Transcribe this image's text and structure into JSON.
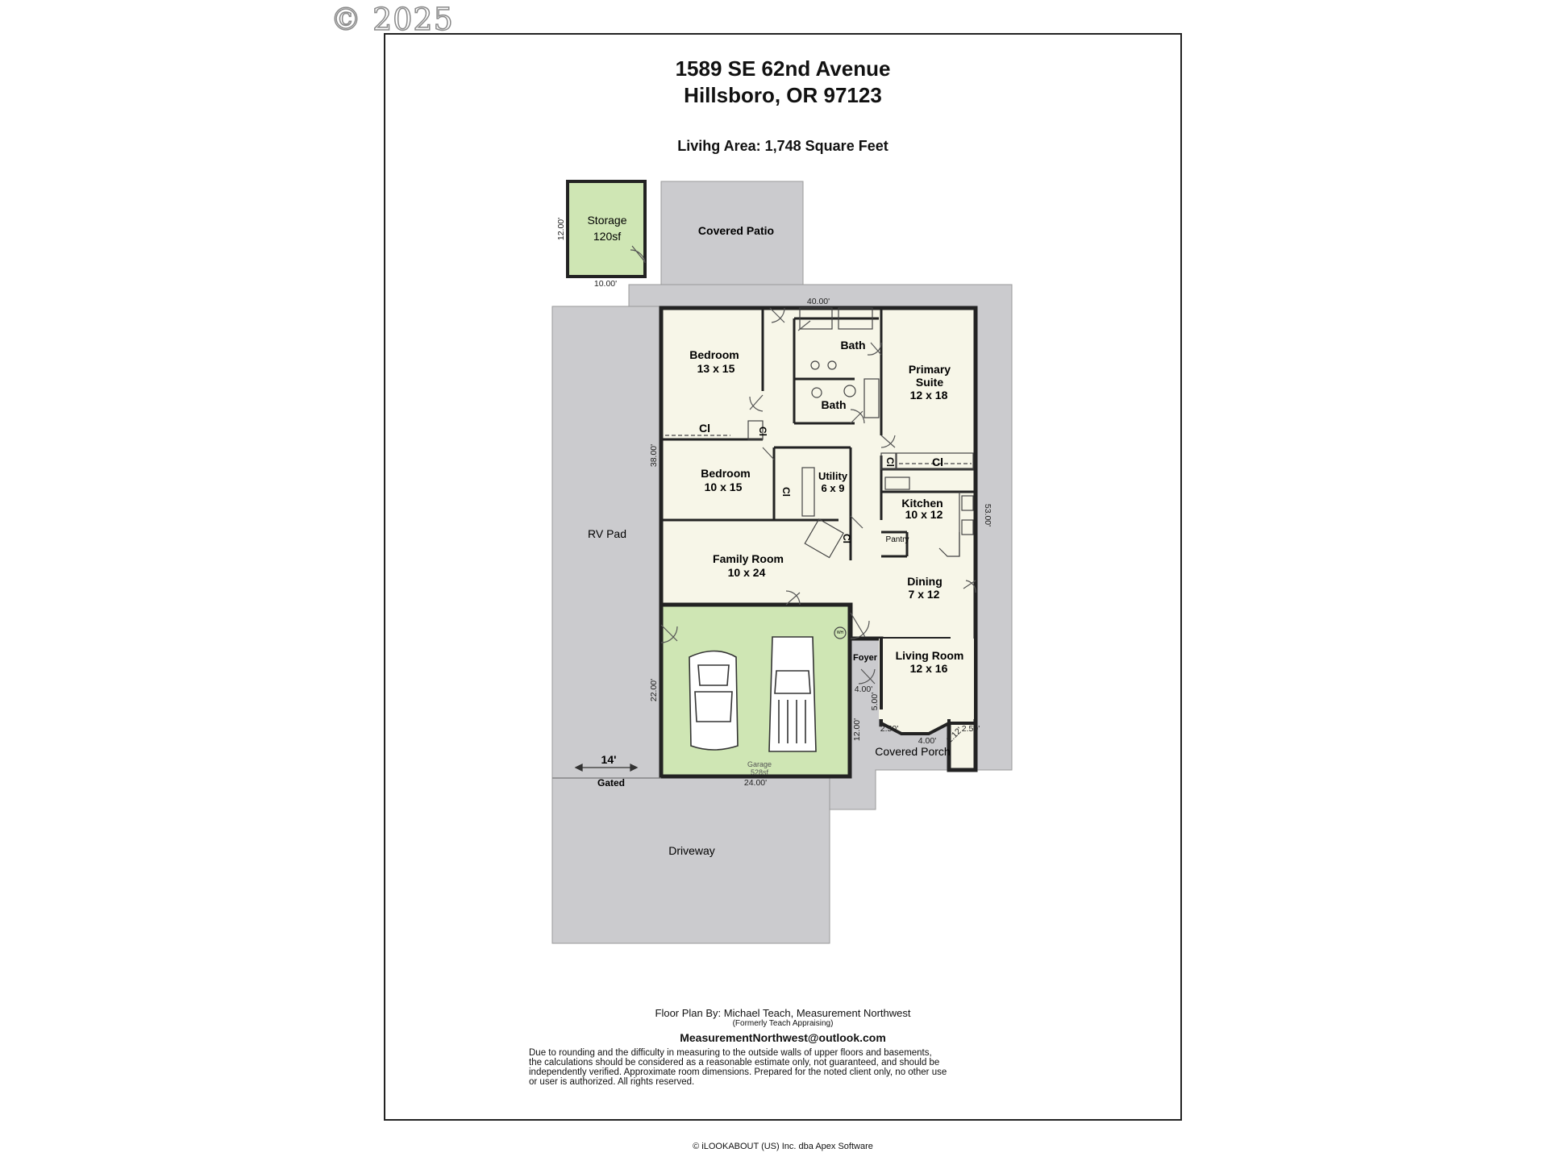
{
  "watermark": "© 2025",
  "header": {
    "address_line1": "1589 SE 62nd Avenue",
    "address_line2": "Hillsboro, OR 97123",
    "living_area": "Livihg Area: 1,748 Square Feet"
  },
  "plan": {
    "areas": {
      "storage_name": "Storage",
      "storage_size": "120sf",
      "covered_patio": "Covered Patio",
      "rv_pad": "RV Pad",
      "driveway": "Driveway",
      "covered_porch": "Covered Porch",
      "gated": "Gated",
      "gate_width": "14'",
      "garage_name": "Garage",
      "garage_size": "528sf"
    },
    "rooms": {
      "bedroom1_name": "Bedroom",
      "bedroom1_dims": "13 x 15",
      "bedroom2_name": "Bedroom",
      "bedroom2_dims": "10 x 15",
      "bath_upper": "Bath",
      "bath_lower": "Bath",
      "primary_line1": "Primary",
      "primary_line2": "Suite",
      "primary_dims": "12 x 18",
      "utility_name": "Utility",
      "utility_dims": "6 x 9",
      "kitchen_name": "Kitchen",
      "kitchen_dims": "10 x 12",
      "pantry": "Pantry",
      "family_name": "Family Room",
      "family_dims": "10 x 24",
      "dining_name": "Dining",
      "dining_dims": "7 x 12",
      "living_name": "Living Room",
      "living_dims": "12 x 16",
      "foyer": "Foyer",
      "closet": "Cl",
      "water_heater": "WH"
    },
    "dimensions": {
      "storage_height": "12.00'",
      "storage_width": "10.00'",
      "house_top": "40.00'",
      "house_left": "38.00'",
      "house_right": "53.00'",
      "garage_left": "22.00'",
      "garage_bottom": "24.00'",
      "entry_width": "4.00'",
      "entry_depth": "5.00'",
      "porch_side": "12.00'",
      "bay_left": "2.50'",
      "bay_center": "4.00'",
      "bay_diag": "2.12'",
      "bay_right": "2.50'"
    }
  },
  "credits": {
    "line1": "Floor Plan By: Michael Teach, Measurement Northwest",
    "line2": "(Formerly Teach Appraising)",
    "email": "MeasurementNorthwest@outlook.com",
    "disclaimer": [
      "Due to rounding and the difficulty in measuring to the outside walls of upper floors and basements,",
      "the calculations should be considered as a reasonable estimate only, not guaranteed, and should be",
      "independently verified. Approximate room dimensions. Prepared for the noted client only, no other use",
      "or user is authorized. All rights reserved."
    ]
  },
  "footer": "© iLOOKABOUT (US) Inc. dba Apex Software",
  "colors": {
    "hardscape": "#cbcbce",
    "interior": "#f7f6e8",
    "green": "#cfe6b4",
    "wall": "#222222"
  }
}
